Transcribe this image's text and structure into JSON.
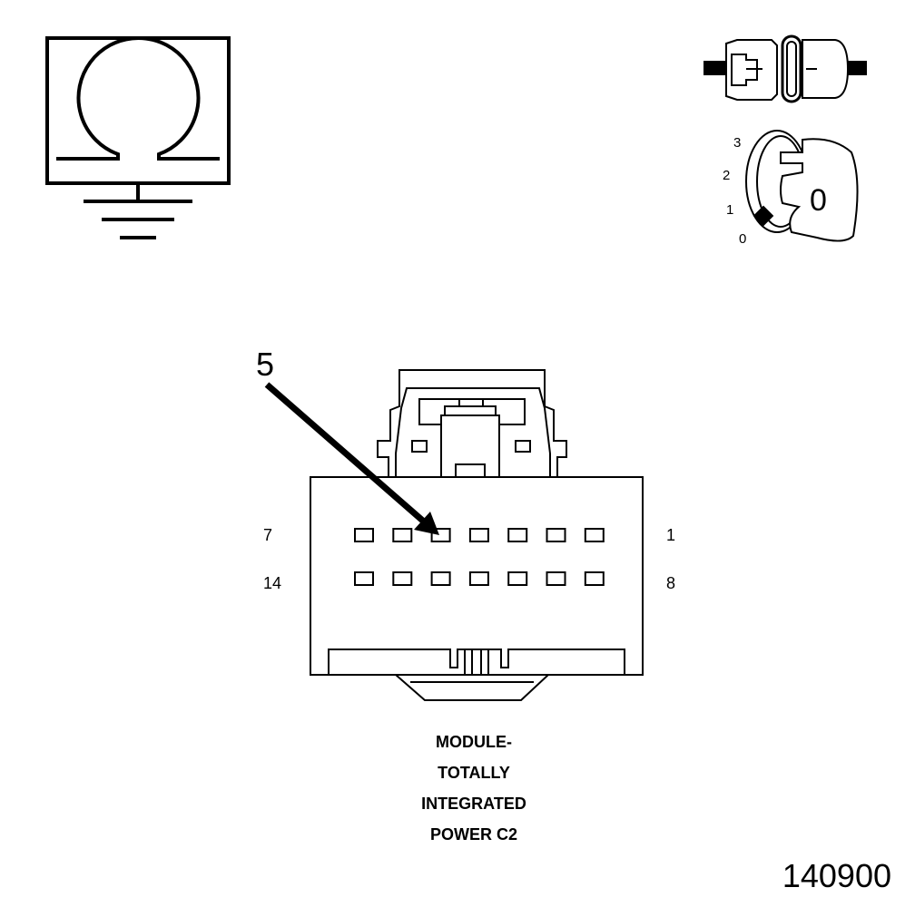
{
  "ohmmeter": {
    "symbol": "Ω"
  },
  "ignition": {
    "positions": [
      "3",
      "2",
      "1",
      "0"
    ],
    "key_label": "0"
  },
  "connector": {
    "callout": "5",
    "left_top_pin": "7",
    "right_top_pin": "1",
    "left_bottom_pin": "14",
    "right_bottom_pin": "8",
    "rows": 2,
    "pins_per_row": 7,
    "highlight_pin": 5
  },
  "caption": {
    "lines": [
      "MODULE-",
      "TOTALLY",
      "INTEGRATED",
      "POWER C2"
    ]
  },
  "figure_number": "140900"
}
